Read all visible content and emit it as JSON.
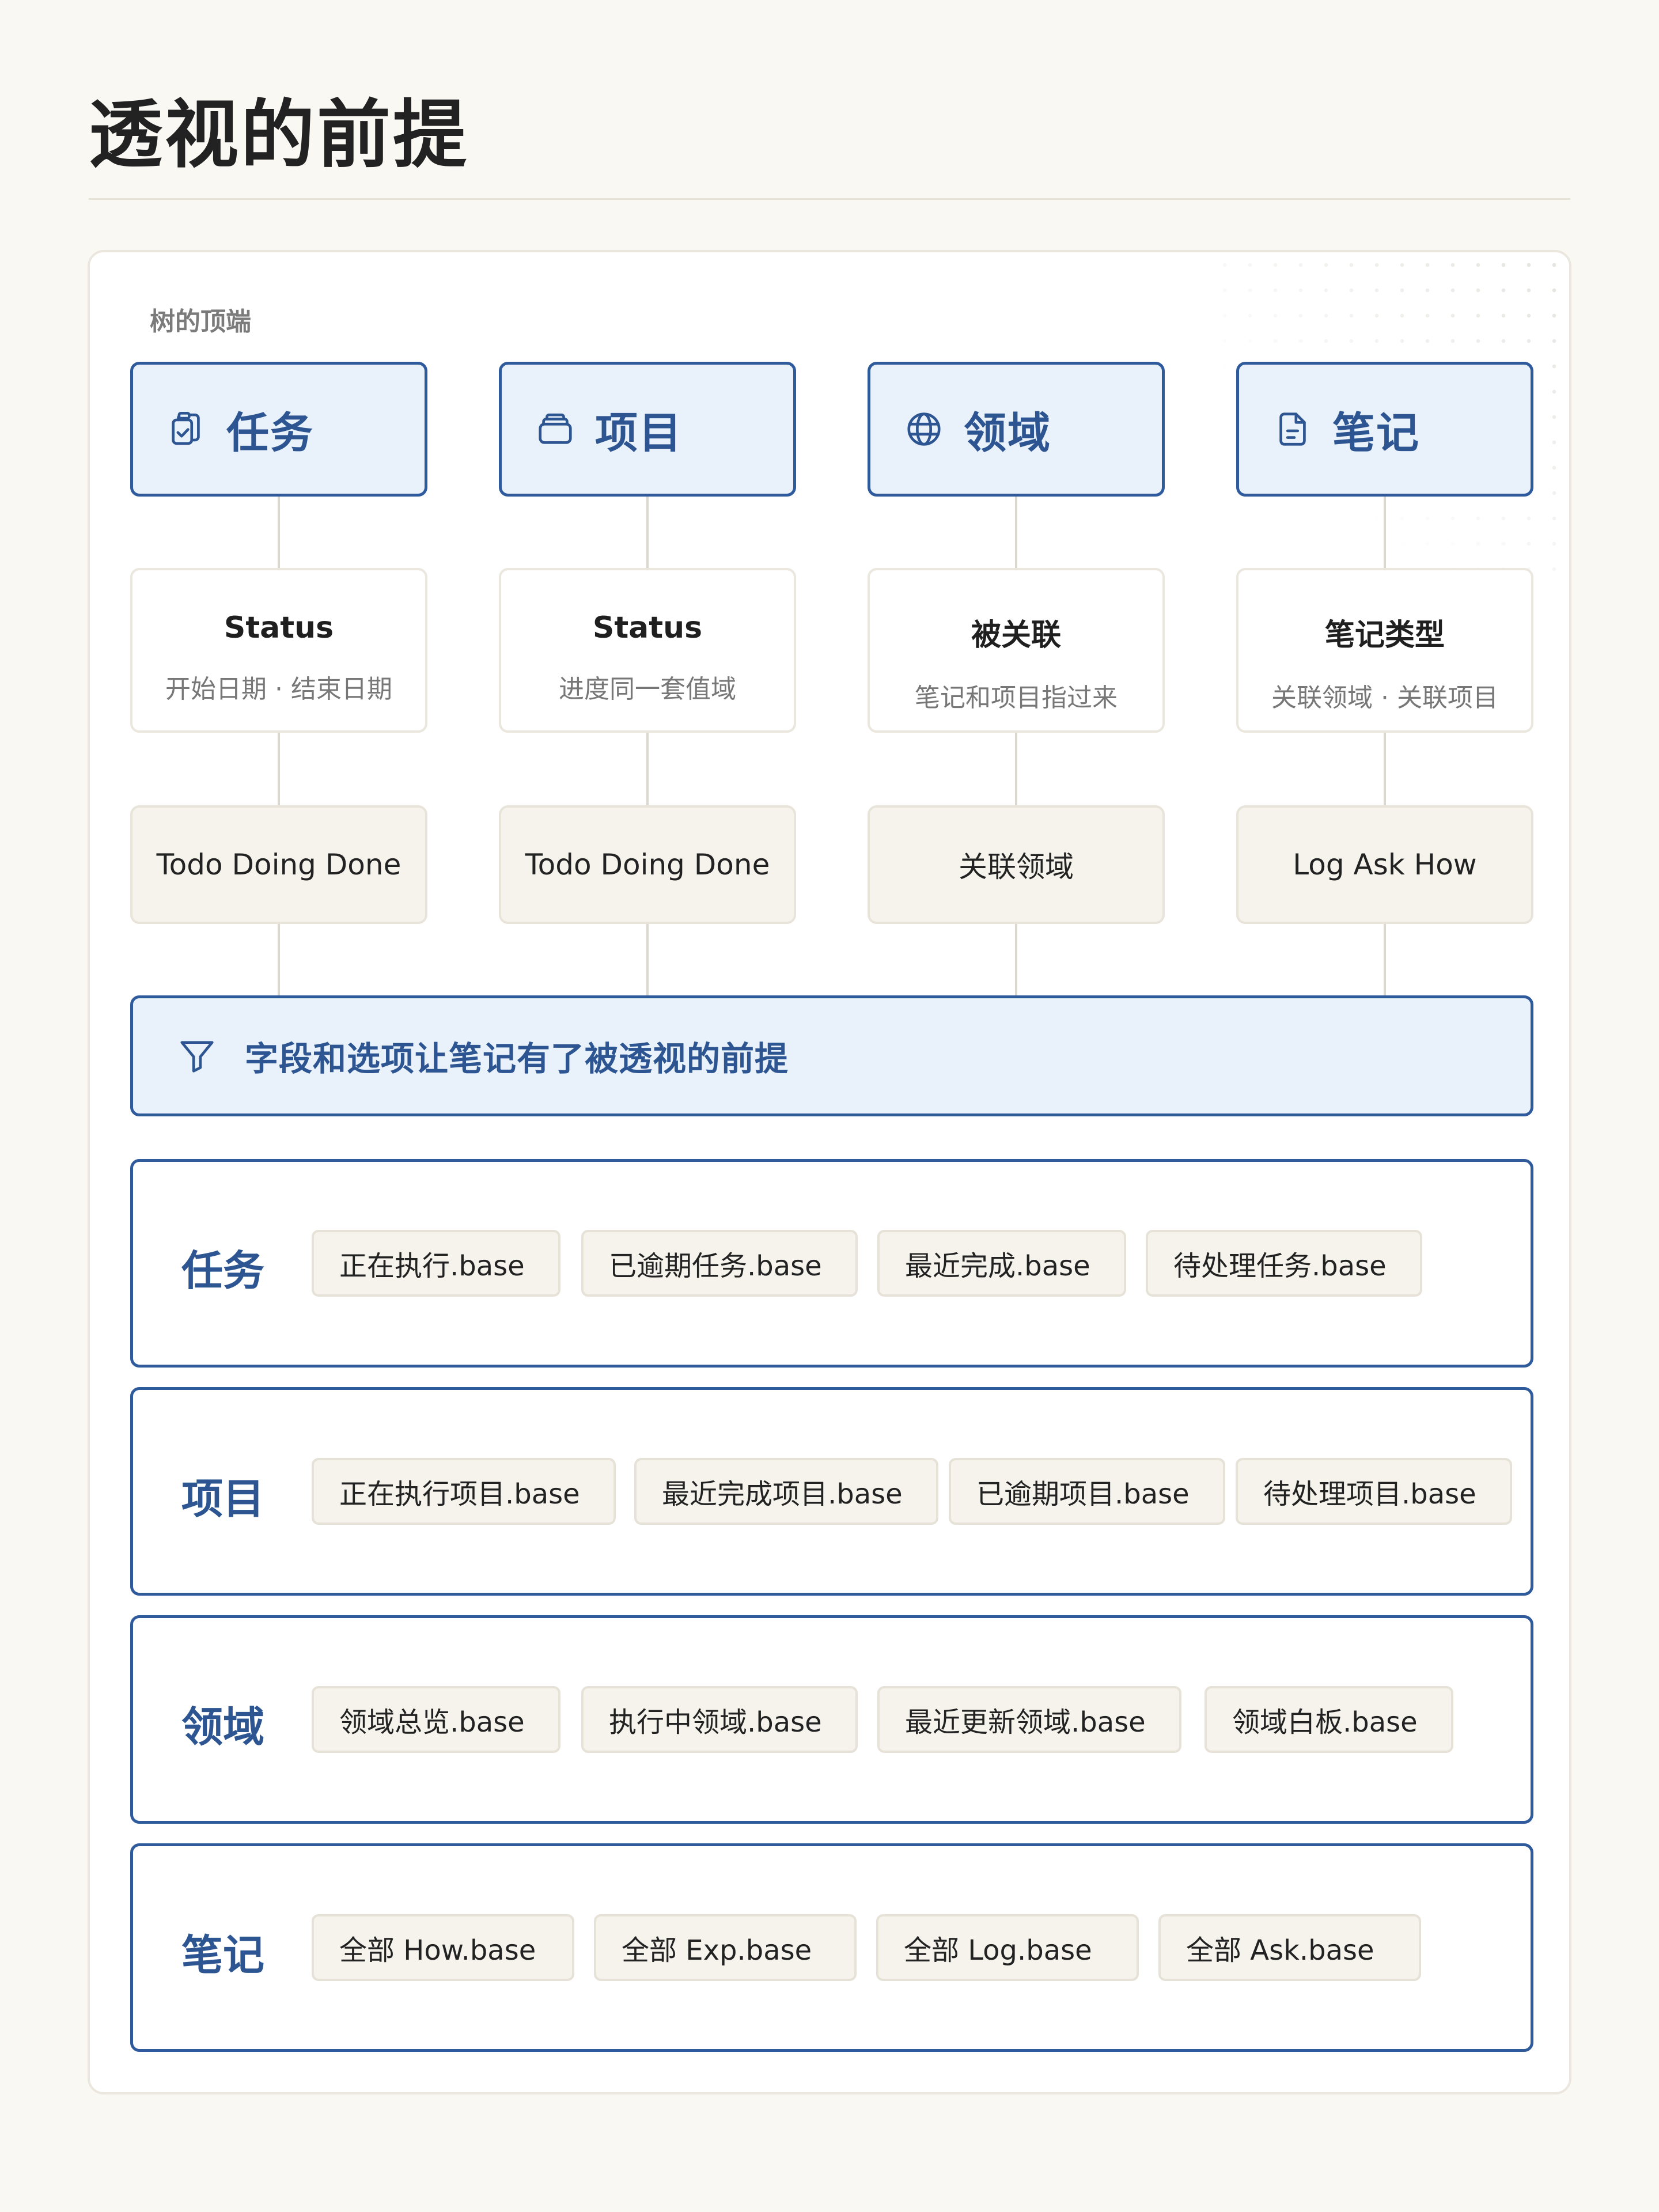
{
  "page": {
    "title": "透视的前提"
  },
  "diagram": {
    "section_label": "树的顶端",
    "columns": [
      {
        "icon": "clipboard-check-icon",
        "label": "任务",
        "field_title": "Status",
        "field_sub": "开始日期 · 结束日期",
        "values": "Todo Doing Done"
      },
      {
        "icon": "folder-icon",
        "label": "项目",
        "field_title": "Status",
        "field_sub": "进度同一套值域",
        "values": "Todo Doing Done"
      },
      {
        "icon": "globe-icon",
        "label": "领域",
        "field_title": "被关联",
        "field_sub": "笔记和项目指过来",
        "values": "关联领域"
      },
      {
        "icon": "document-icon",
        "label": "笔记",
        "field_title": "笔记类型",
        "field_sub": "关联领域 · 关联项目",
        "values": "Log Ask How"
      }
    ],
    "banner": {
      "icon": "filter-icon",
      "text": "字段和选项让笔记有了被透视的前提"
    },
    "groups": [
      {
        "label": "任务",
        "chips": [
          "正在执行.base",
          "已逾期任务.base",
          "最近完成.base",
          "待处理任务.base"
        ]
      },
      {
        "label": "项目",
        "chips": [
          "正在执行项目.base",
          "最近完成项目.base",
          "已逾期项目.base",
          "待处理项目.base"
        ]
      },
      {
        "label": "领域",
        "chips": [
          "领域总览.base",
          "执行中领域.base",
          "最近更新领域.base",
          "领域白板.base"
        ]
      },
      {
        "label": "笔记",
        "chips": [
          "全部 How.base",
          "全部 Exp.base",
          "全部 Log.base",
          "全部 Ask.base"
        ]
      }
    ]
  },
  "colors": {
    "accent": "#2f5a9c",
    "accent_text": "#2c5591",
    "accent_bg": "#e9f1fa",
    "chip_bg": "#f5f3ec",
    "page_bg": "#faf8f3"
  }
}
